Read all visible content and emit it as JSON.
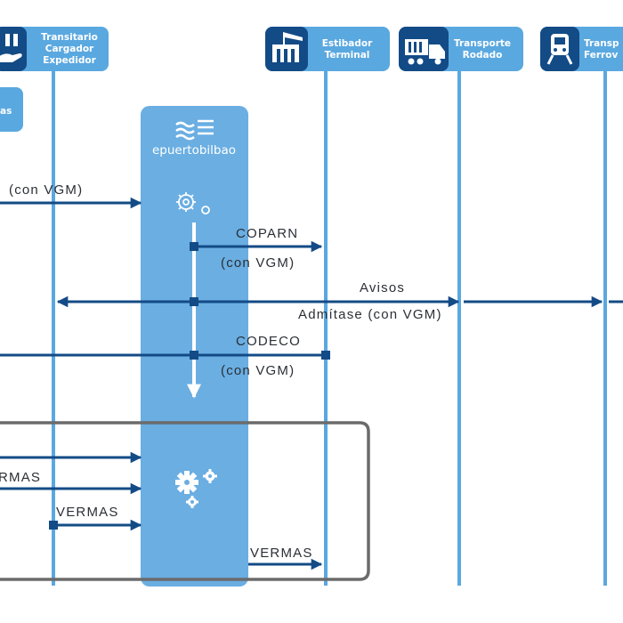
{
  "actors": {
    "forwarder": {
      "lines": [
        "Transitario",
        "Cargador",
        "Expedidor"
      ],
      "icon": "package-hand-icon"
    },
    "terminal": {
      "lines": [
        "Estibador",
        "Terminal"
      ],
      "icon": "port-crane-building-icon"
    },
    "road": {
      "lines": [
        "Transporte",
        "Rodado"
      ],
      "icon": "truck-icon"
    },
    "rail": {
      "lines": [
        "Transp",
        "Ferrov"
      ],
      "icon": "train-icon"
    },
    "partial": {
      "text": "as"
    }
  },
  "platform": {
    "name": "epuertobilbao",
    "icon": "wave-logo-icon"
  },
  "messages": {
    "vgm_in": "(con VGM)",
    "coparn": "COPARN",
    "coparn_sub": "(con VGM)",
    "avisos": "Avisos",
    "admitase": "Admítase (con VGM)",
    "codeco": "CODECO",
    "codeco_sub": "(con VGM)",
    "vermas_1": "RMAS",
    "vermas_2": "VERMAS",
    "vermas_3": "VERMAS"
  },
  "colors": {
    "actor_bg": "#5aa8e0",
    "actor_icon_bg": "#134b86",
    "lifeline": "#5aa8e0",
    "platform_bg": "#6aaee2",
    "arrow": "#134b86",
    "group_border": "#6b6b6b",
    "text": "#2b2f36"
  }
}
